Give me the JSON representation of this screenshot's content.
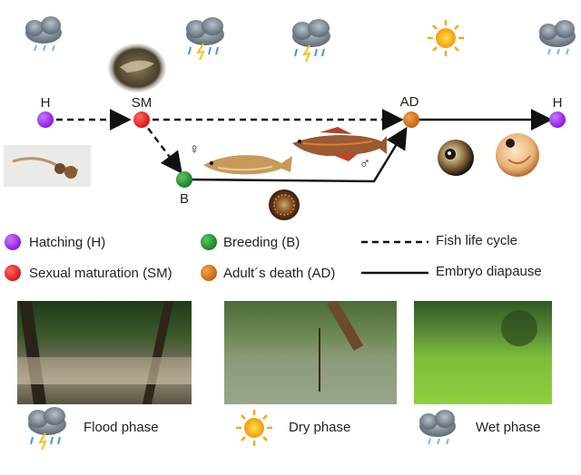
{
  "nodes": {
    "hatching_start": "H",
    "sexual_maturation": "SM",
    "breeding": "B",
    "adult_death": "AD",
    "hatching_end": "H"
  },
  "symbols": {
    "female": "♀",
    "male": "♂"
  },
  "legend": {
    "hatching": "Hatching (H)",
    "sexual_maturation": "Sexual maturation (SM)",
    "breeding": "Breeding (B)",
    "adult_death": "Adult´s death (AD)",
    "fish_life_cycle": "Fish life cycle",
    "embryo_diapause": "Embryo diapause"
  },
  "phases": {
    "flood": "Flood phase",
    "dry": "Dry phase",
    "wet": "Wet phase"
  },
  "colors": {
    "hatching": "#9b1ff2",
    "sexual_maturation": "#ee1111",
    "breeding": "#1f8a2a",
    "adult_death": "#d9741a"
  },
  "icons": [
    "rain-cloud-icon",
    "storm-rain-cloud-icon",
    "sun-icon"
  ]
}
